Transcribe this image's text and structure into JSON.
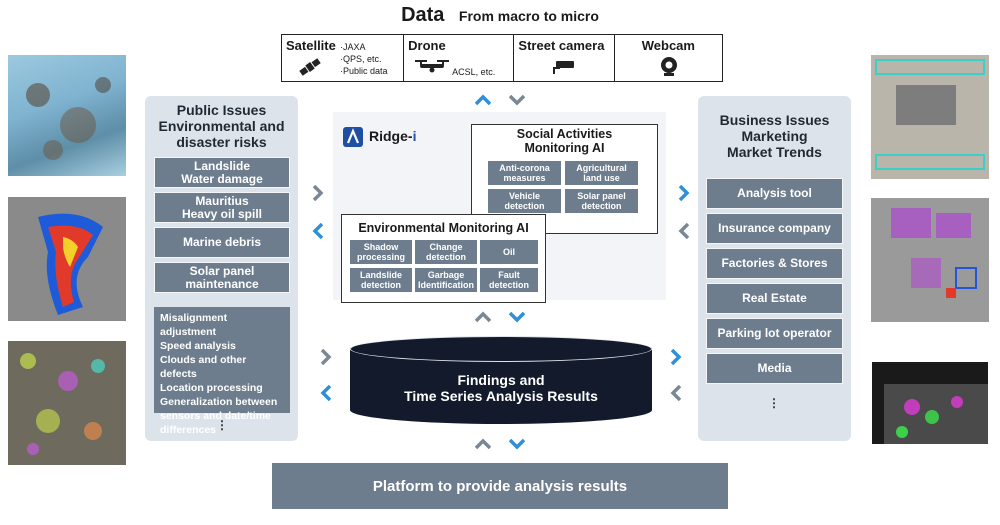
{
  "header": {
    "title": "Data",
    "subtitle": "From macro to micro"
  },
  "sources": {
    "satellite": {
      "name": "Satellite",
      "items": [
        "JAXA",
        "QPS, etc.",
        "Public data"
      ]
    },
    "drone": {
      "name": "Drone",
      "note": "ACSL, etc."
    },
    "street_camera": {
      "name": "Street camera"
    },
    "webcam": {
      "name": "Webcam"
    }
  },
  "left_panel": {
    "title_lines": [
      "Public Issues",
      "Environmental and",
      "disaster risks"
    ],
    "buttons": [
      [
        "Landslide",
        "Water damage"
      ],
      [
        "Mauritius",
        "Heavy oil spill"
      ],
      [
        "Marine debris"
      ],
      [
        "Solar panel",
        "maintenance"
      ]
    ],
    "list": [
      "Misalignment adjustment",
      "Speed analysis",
      "Clouds and other defects",
      "Location processing",
      "Generalization between",
      "sensors and date/time",
      "differences"
    ],
    "ellipsis": "⋮"
  },
  "right_panel": {
    "title_lines": [
      "Business Issues",
      "Marketing",
      "Market Trends"
    ],
    "buttons": [
      "Analysis tool",
      "Insurance company",
      "Factories & Stores",
      "Real Estate",
      "Parking lot operator",
      "Media"
    ],
    "ellipsis": "⋮"
  },
  "logo": {
    "text": "Ridge-",
    "suffix": "i"
  },
  "social_ai": {
    "title_lines": [
      "Social Activities",
      "Monitoring AI"
    ],
    "cells": [
      [
        "Anti-corona",
        "measures"
      ],
      [
        "Agricultural",
        "land use"
      ],
      [
        "Vehicle",
        "detection"
      ],
      [
        "Solar panel",
        "detection"
      ]
    ]
  },
  "env_ai": {
    "title": "Environmental Monitoring AI",
    "cells": [
      [
        "Shadow",
        "processing"
      ],
      [
        "Change",
        "detection"
      ],
      [
        "Oil"
      ],
      [
        "Landslide",
        "detection"
      ],
      [
        "Garbage",
        "Identification"
      ],
      [
        "Fault",
        "detection"
      ]
    ]
  },
  "results": {
    "lines": [
      "Findings and",
      "Time Series Analysis Results"
    ]
  },
  "platform": {
    "label": "Platform to provide analysis results"
  },
  "colors": {
    "arrow": "#2f8fd8",
    "arrow_gray": "#7a8895",
    "button": "#6d7d8d",
    "panel": "#dde3ea",
    "cylinder": "#121a2b",
    "logo": "#1f4fa0"
  }
}
